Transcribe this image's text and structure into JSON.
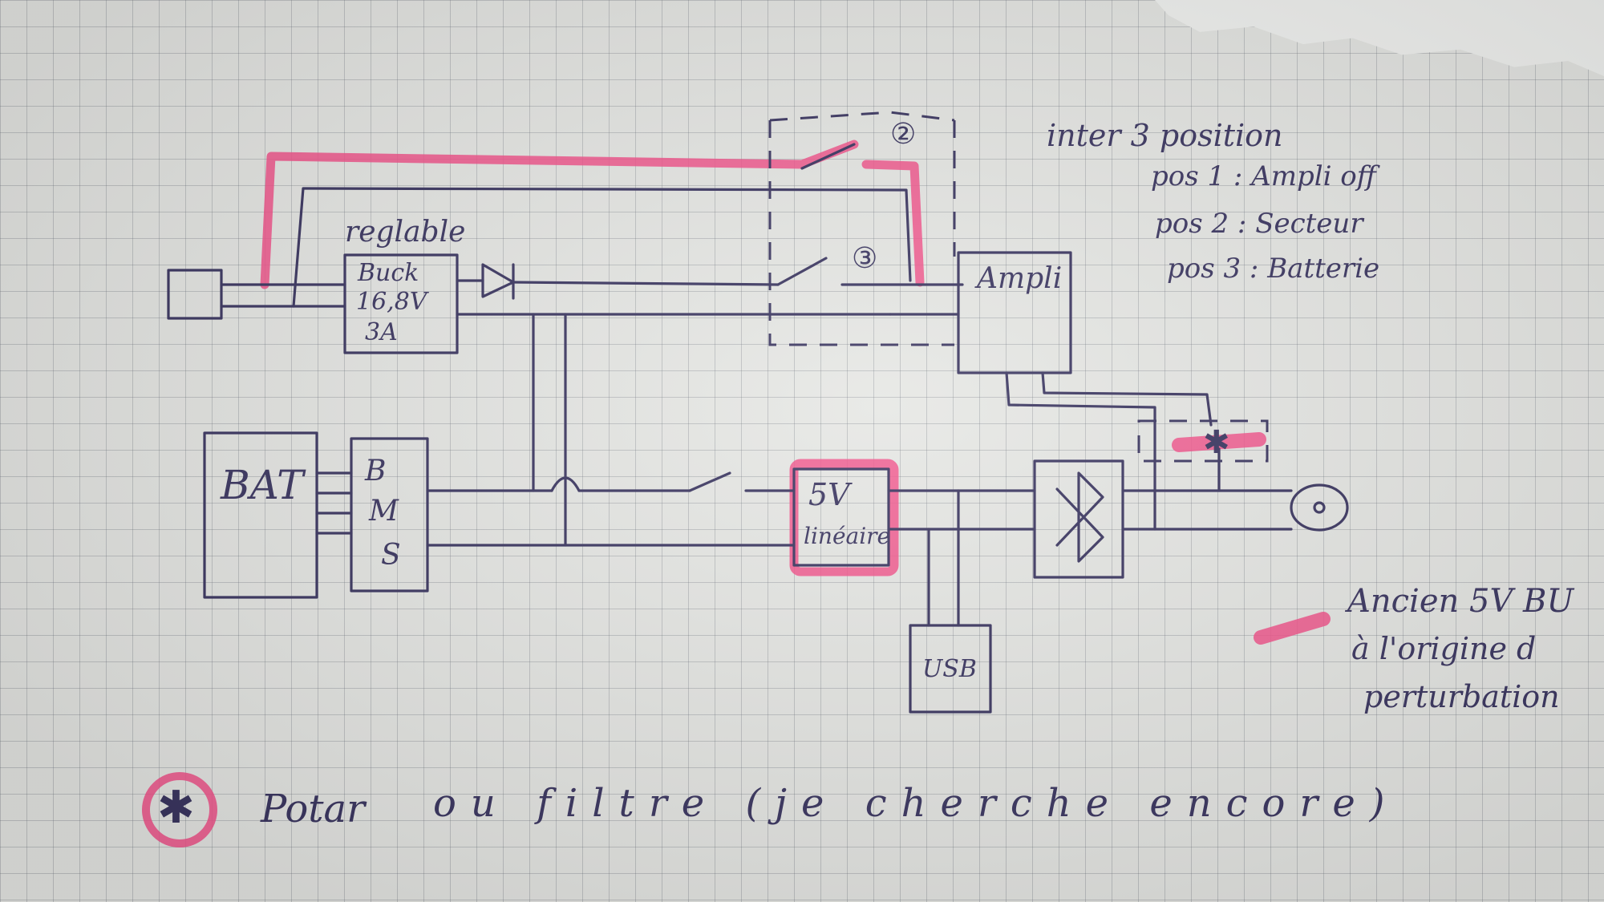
{
  "labels": {
    "reglable": "reglable",
    "buck_name": "Buck",
    "buck_voltage": "16,8V",
    "buck_current": "3A",
    "ampli": "Ampli",
    "bat": "BAT",
    "bms_b": "B",
    "bms_m": "M",
    "bms_s": "S",
    "linear_5v": "5V",
    "linear_type": "linéaire",
    "usb": "USB",
    "switch_pos2": "②",
    "switch_pos3": "③",
    "star": "✱"
  },
  "notes": {
    "inter_title": "inter 3 position",
    "pos1": "pos 1 : Ampli off",
    "pos2": "pos 2 : Secteur",
    "pos3": "pos 3 : Batterie",
    "legend_line1": "Ancien 5V BU",
    "legend_line2": "à l'origine d",
    "legend_line3": "perturbation",
    "footnote_star": "✱",
    "footnote_text": "ou filtre (je cherche encore)",
    "footnote_word1": "Potar"
  },
  "colors": {
    "ink": "#3a3560",
    "highlight": "#f2508a",
    "paper": "#e6e7e4"
  }
}
